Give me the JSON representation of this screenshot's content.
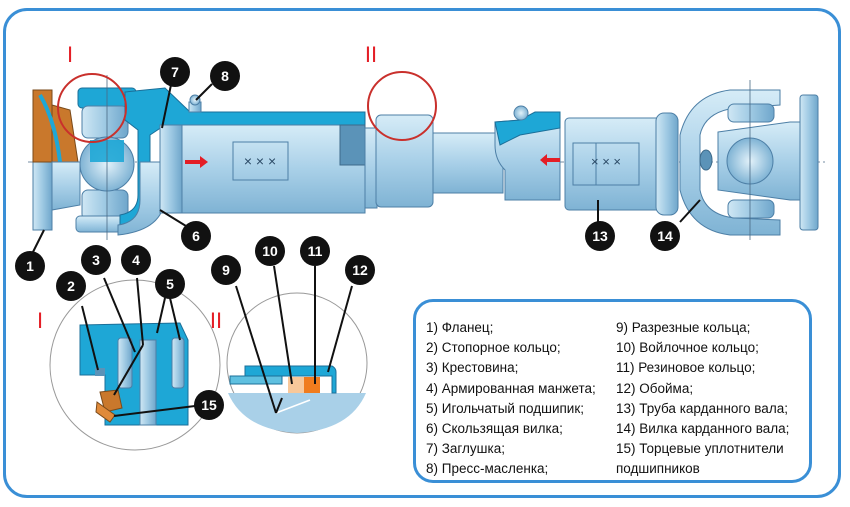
{
  "colors": {
    "frame": "#3a8fd6",
    "steel_light": "#bfdcec",
    "steel_mid": "#8dbfdc",
    "steel_dark": "#5b93b8",
    "section_blue": "#1ea7d6",
    "copper": "#c9782c",
    "marker_red": "#e41e26",
    "badge": "#111111"
  },
  "detail_markers": {
    "I": "I",
    "II": "II"
  },
  "badges": {
    "b1": "1",
    "b2": "2",
    "b3": "3",
    "b4": "4",
    "b5": "5",
    "b6": "6",
    "b7": "7",
    "b8": "8",
    "b9": "9",
    "b10": "10",
    "b11": "11",
    "b12": "12",
    "b13": "13",
    "b14": "14",
    "b15": "15"
  },
  "legend": {
    "left": [
      "1) Фланец;",
      "2) Стопорное кольцо;",
      "3) Крестовина;",
      "4) Армированная манжета;",
      "5) Игольчатый подшипик;",
      "6) Скользящая вилка;",
      "7) Заглушка;",
      "8) Пресс-масленка;"
    ],
    "right": [
      "9) Разрезные кольца;",
      "10) Войлочное кольцо;",
      "11) Резиновое кольцо;",
      "12) Обойма;",
      "13) Труба карданного вала;",
      "14) Вилка карданного вала;",
      "15) Торцевые уплотнители",
      "подшипников"
    ]
  }
}
